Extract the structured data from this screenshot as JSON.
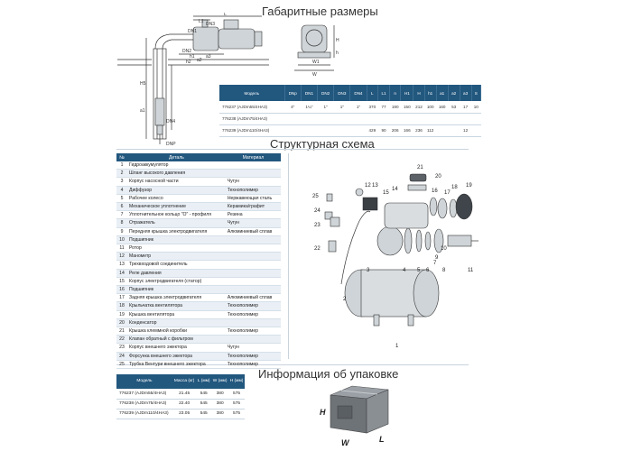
{
  "sections": {
    "dimensions_title": "Габаритные размеры",
    "scheme_title": "Структурная схема",
    "packaging_title": "Информация об упаковке"
  },
  "drawing_labels": {
    "L": "L",
    "L1": "L1",
    "DN3": "DN3",
    "DN1": "DN1",
    "DN2": "DN2",
    "h1": "h1",
    "a3": "a3",
    "a2": "a2",
    "h2": "h2",
    "H5": "H5",
    "a1": "a1",
    "DN4": "DN4",
    "DNP": "DNP",
    "H": "H",
    "W1": "W1",
    "W": "W",
    "h": "h"
  },
  "dims_table": {
    "headers": [
      "Модель",
      "DNp",
      "DN1",
      "DN2",
      "DN3",
      "DN4",
      "L",
      "L1",
      "n",
      "H1",
      "H",
      "h1",
      "a1",
      "a2",
      "a3",
      "S"
    ],
    "rows": [
      [
        "776237 (AJDm55/4HA3)",
        "4\"",
        "1¼\"",
        "1\"",
        "1\"",
        "1\"",
        "370",
        "77",
        "190",
        "150",
        "212",
        "100",
        "160",
        "53",
        "17",
        "10"
      ],
      [
        "776238 (AJDm75/4HA3)",
        "",
        "",
        "",
        "",
        "",
        "",
        "",
        "",
        "",
        "",
        "",
        "",
        "",
        "",
        ""
      ],
      [
        "776239 (AJDm110/4HA3)",
        "",
        "",
        "",
        "",
        "",
        "429",
        "90",
        "206",
        "166",
        "236",
        "112",
        "",
        "",
        "12",
        ""
      ]
    ]
  },
  "parts_table": {
    "headers": [
      "№",
      "Деталь",
      "Материал"
    ],
    "rows": [
      [
        "1",
        "Гидроаккумулятор",
        ""
      ],
      [
        "2",
        "Шланг высокого давления",
        ""
      ],
      [
        "3",
        "Корпус насосной части",
        "Чугун"
      ],
      [
        "4",
        "Диффузор",
        "Технополимер"
      ],
      [
        "5",
        "Рабочее колесо",
        "Нержавеющая сталь"
      ],
      [
        "6",
        "Механическое уплотнение",
        "Керамика/графит"
      ],
      [
        "7",
        "Уплотнительное кольцо \"О\" - профиля",
        "Резина"
      ],
      [
        "8",
        "Отражатель",
        "Чугун"
      ],
      [
        "9",
        "Передняя крышка электродвигателя",
        "Алюминиевый сплав"
      ],
      [
        "10",
        "Подшипник",
        ""
      ],
      [
        "11",
        "Ротор",
        ""
      ],
      [
        "12",
        "Манометр",
        ""
      ],
      [
        "13",
        "Трехвходовой соединитель",
        ""
      ],
      [
        "14",
        "Реле давления",
        ""
      ],
      [
        "15",
        "Корпус электродвигателя (статор)",
        ""
      ],
      [
        "16",
        "Подшипник",
        ""
      ],
      [
        "17",
        "Задняя крышка электродвигателя",
        "Алюминиевый сплав"
      ],
      [
        "18",
        "Крыльчатка вентилятора",
        "Технополимер"
      ],
      [
        "19",
        "Крышка вентилятора",
        "Технополимер"
      ],
      [
        "20",
        "Конденсатор",
        ""
      ],
      [
        "21",
        "Крышка клеммной коробки",
        "Технополимер"
      ],
      [
        "22",
        "Клапан обратный с фильтром",
        ""
      ],
      [
        "23",
        "Корпус внешнего эжектора",
        "Чугун"
      ],
      [
        "24",
        "Форсунка внешнего эжектора",
        "Технополимер"
      ],
      [
        "25",
        "Трубка Вентури внешнего эжектора",
        "Технополимер"
      ]
    ]
  },
  "callouts": [
    "1",
    "2",
    "3",
    "4",
    "5",
    "6",
    "7",
    "8",
    "9",
    "10",
    "11",
    "12",
    "13",
    "14",
    "15",
    "16",
    "17",
    "18",
    "19",
    "20",
    "21",
    "22",
    "23",
    "24",
    "25"
  ],
  "pack_table": {
    "headers": [
      "Модель",
      "Масса (кг)",
      "L (мм)",
      "W (мм)",
      "H (мм)"
    ],
    "rows": [
      [
        "776237 (AJDm55/4HA3)",
        "21.45",
        "545",
        "380",
        "575"
      ],
      [
        "776238 (AJDm75/4HA3)",
        "22.40",
        "545",
        "380",
        "575"
      ],
      [
        "776239 (AJDm110/4HA3)",
        "23.05",
        "545",
        "380",
        "575"
      ]
    ]
  },
  "box_labels": {
    "H": "H",
    "W": "W",
    "L": "L"
  }
}
